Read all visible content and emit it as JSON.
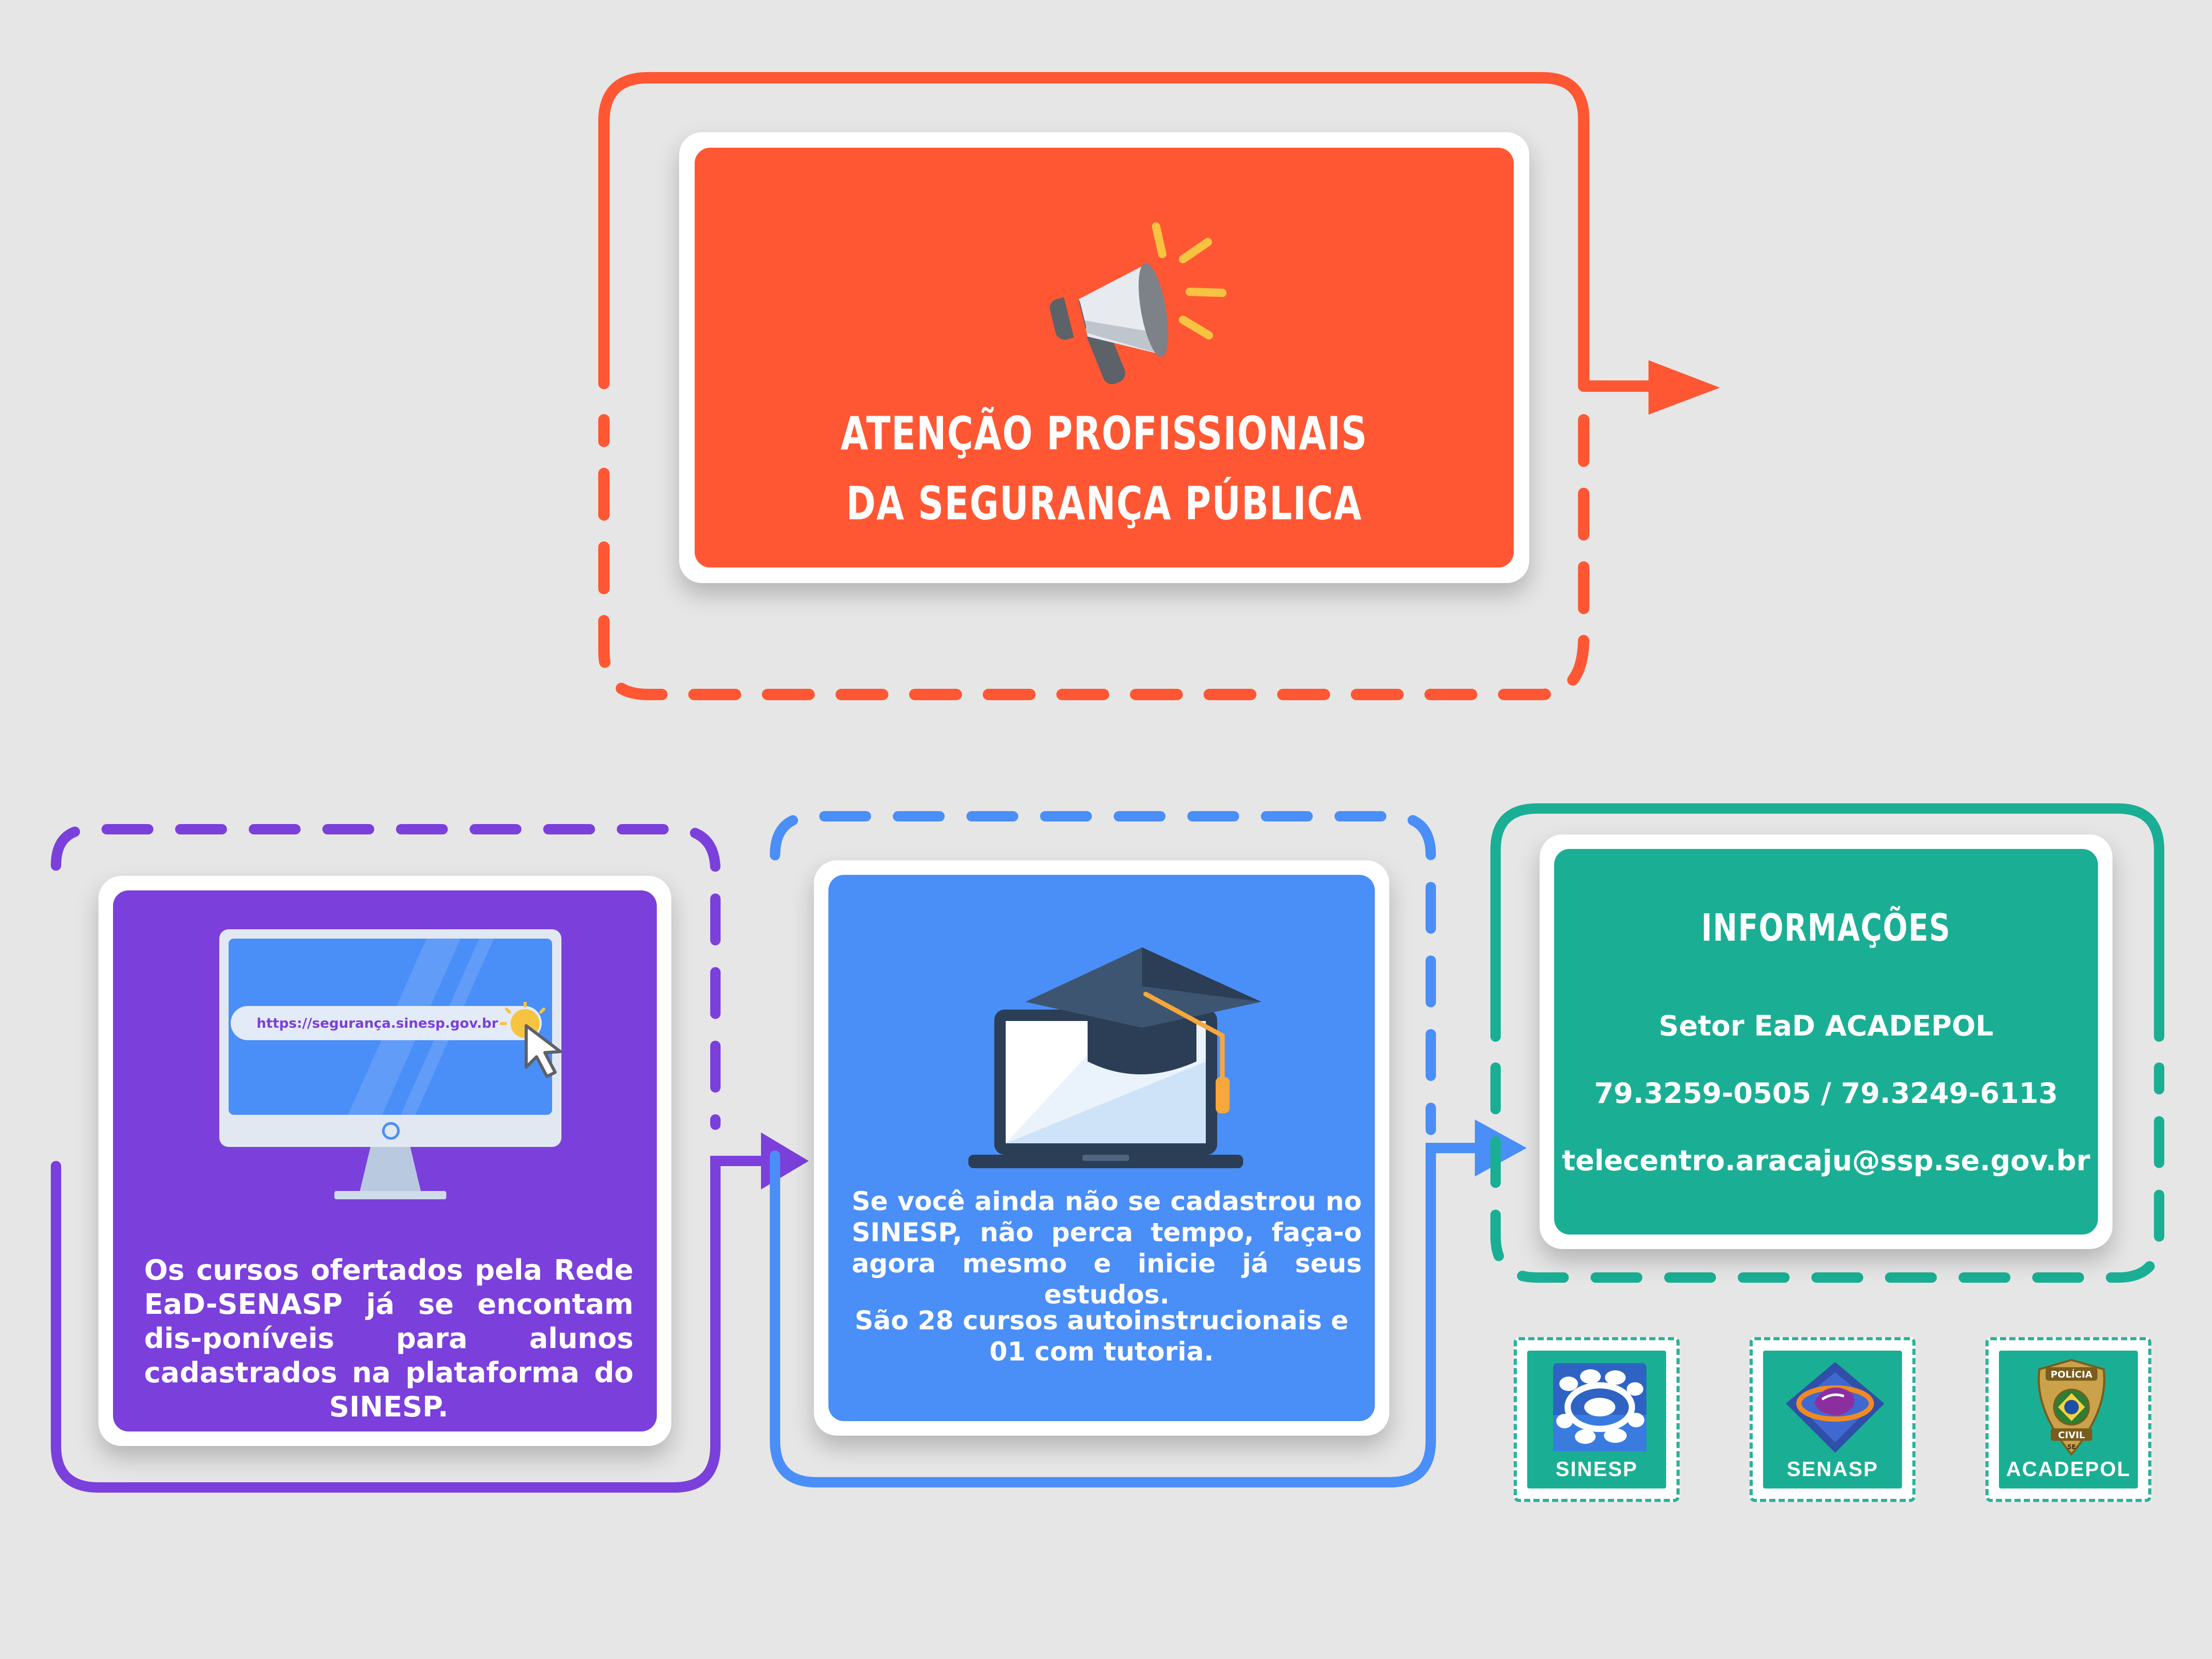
{
  "colors": {
    "background": "#e6e6e6",
    "orange": "#ff5733",
    "purple": "#7b3fdb",
    "blue": "#4a8ef8",
    "teal": "#1aaf94"
  },
  "attention_box": {
    "icon": "megaphone-icon",
    "title_line1": "ATENÇÃO PROFISSIONAIS",
    "title_line2": "DA SEGURANÇA PÚBLICA"
  },
  "step_courses": {
    "icon": "monitor-icon",
    "url_bar": "https://segurança.sinesp.gov.br",
    "cursor_icon": "pointer-cursor-icon",
    "text": "Os cursos ofertados pela Rede EaD-SENASP já se encontam dis-poníveis para alunos cadastrados na plataforma do SINESP."
  },
  "step_register": {
    "icon": "graduation-laptop-icon",
    "text": "Se você ainda não se cadastrou no SINESP, não perca tempo, faça-o agora mesmo e inicie já seus estudos.",
    "text2": "São 28 cursos autoinstrucionais e 01 com tutoria."
  },
  "info_box": {
    "title": "INFORMAÇÕES",
    "sector": "Setor EaD ACADEPOL",
    "phones": "79.3259-0505 / 79.3249-6113",
    "email": "telecentro.aracaju@ssp.se.gov.br"
  },
  "logos": [
    {
      "label": "SINESP",
      "icon": "sinesp-logo-icon"
    },
    {
      "label": "SENASP",
      "icon": "senasp-logo-icon"
    },
    {
      "label": "ACADEPOL",
      "icon": "policia-civil-badge-icon",
      "badge_top": "POLÍCIA",
      "badge_bottom": "CIVIL",
      "badge_state": "SE"
    }
  ]
}
